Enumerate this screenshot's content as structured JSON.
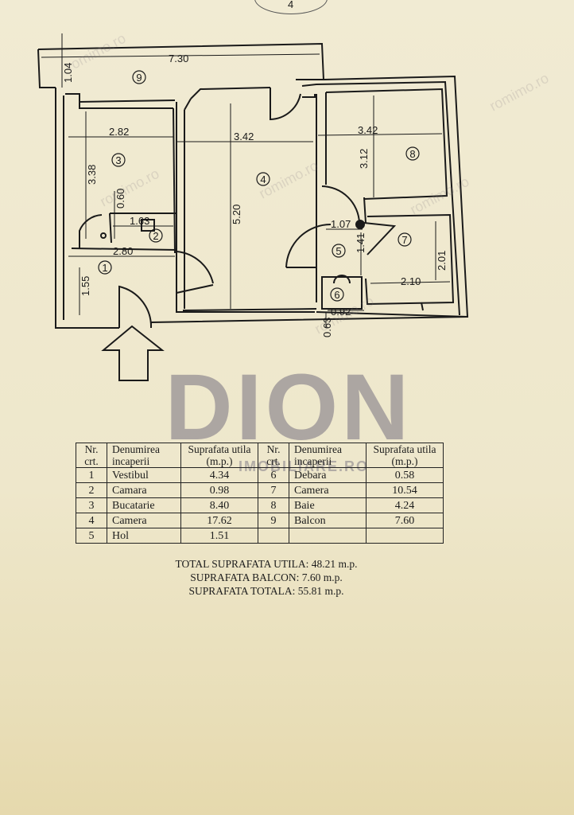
{
  "plan": {
    "dimensions": [
      "7.30",
      "1.04",
      "2.82",
      "3.38",
      "0.60",
      "1.63",
      "2.80",
      "1.55",
      "3.42",
      "5.20",
      "3.42",
      "3.12",
      "1.07",
      "1.41",
      "2.01",
      "2.10",
      "0.92",
      "0.63"
    ],
    "room_numbers": [
      "1",
      "2",
      "3",
      "4",
      "5",
      "6",
      "7",
      "8",
      "9"
    ],
    "stamp_text": "4"
  },
  "watermark": {
    "brand": "DION",
    "sub": "IMOBILIARE.RO",
    "site_marks": [
      "romimo.ro",
      "romimo.ro",
      "romimo.ro",
      "romimo.ro",
      "romimo.ro",
      "romimo.ro"
    ]
  },
  "table": {
    "headers": {
      "nr": "Nr. crt.",
      "den": "Denumirea incaperii",
      "sup": "Suprafata utila (m.p.)"
    },
    "rows": [
      {
        "nr1": "1",
        "den1": "Vestibul",
        "sup1": "4.34",
        "nr2": "6",
        "den2": "Debara",
        "sup2": "0.58"
      },
      {
        "nr1": "2",
        "den1": "Camara",
        "sup1": "0.98",
        "nr2": "7",
        "den2": "Camera",
        "sup2": "10.54"
      },
      {
        "nr1": "3",
        "den1": "Bucatarie",
        "sup1": "8.40",
        "nr2": "8",
        "den2": "Baie",
        "sup2": "4.24"
      },
      {
        "nr1": "4",
        "den1": "Camera",
        "sup1": "17.62",
        "nr2": "9",
        "den2": "Balcon",
        "sup2": "7.60"
      },
      {
        "nr1": "5",
        "den1": "Hol",
        "sup1": "1.51",
        "nr2": "",
        "den2": "",
        "sup2": ""
      }
    ]
  },
  "totals": {
    "utila": "TOTAL SUPRAFATA UTILA: 48.21 m.p.",
    "balcon": "SUPRAFATA BALCON: 7.60 m.p.",
    "totala": "SUPRAFATA TOTALA: 55.81 m.p."
  }
}
